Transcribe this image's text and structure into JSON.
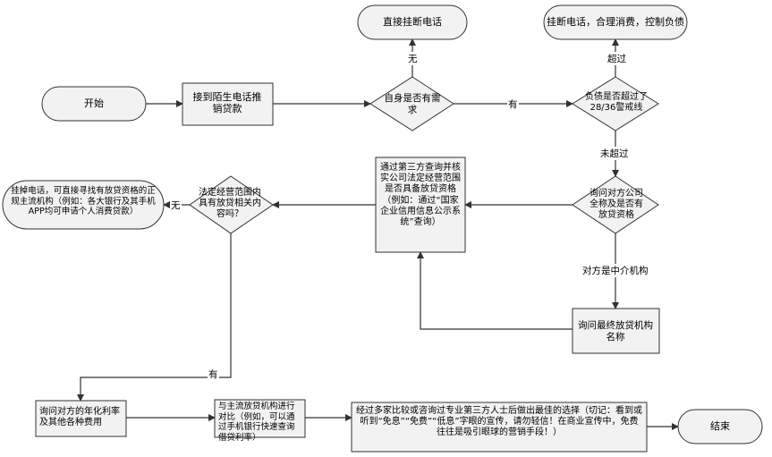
{
  "nodes": {
    "start": "开始",
    "cold_call": "接到陌生电话推销贷款",
    "need_q": "自身是否有需求",
    "hangup_direct": "直接挂断电话",
    "debt_q": "负债是否超过了28/36警戒线",
    "hangup_control": "挂断电话，合理消费，控制负债",
    "ask_company_q": "询问对方公司全称及是否有放贷资格",
    "verify_third_party": "通过第三方查询并核实公司法定经营范围是否具备放贷资格（例如：通过“国家企业信用信息公示系统”查询）",
    "scope_q": "法定经营范围内具有放贷相关内容吗？",
    "hangup_search": "挂掉电话，可直接寻找有放贷资格的正规主流机构（例如：各大银行及其手机APP均可申请个人消费贷款）",
    "ask_final_lender": "询问最终放贷机构名称",
    "ask_rate": "询问对方的年化利率及其他各种费用",
    "compare_mainstream": "与主流放贷机构进行对比（例如，可以通过手机银行快速查询借贷利率）",
    "final_choice": "经过多家比较或咨询过专业第三方人士后做出最佳的选择（切记：看到或听到“免息”“免费”“低息”字眼的宣传，请勿轻信！在商业宣传中，免费往往是吸引眼球的营销手段！）",
    "end": "结束"
  },
  "edges": {
    "need_no": "无",
    "need_yes": "有",
    "debt_over": "超过",
    "debt_not_over": "未超过",
    "is_intermediary": "对方是中介机构",
    "scope_no": "无",
    "scope_yes": "有"
  }
}
